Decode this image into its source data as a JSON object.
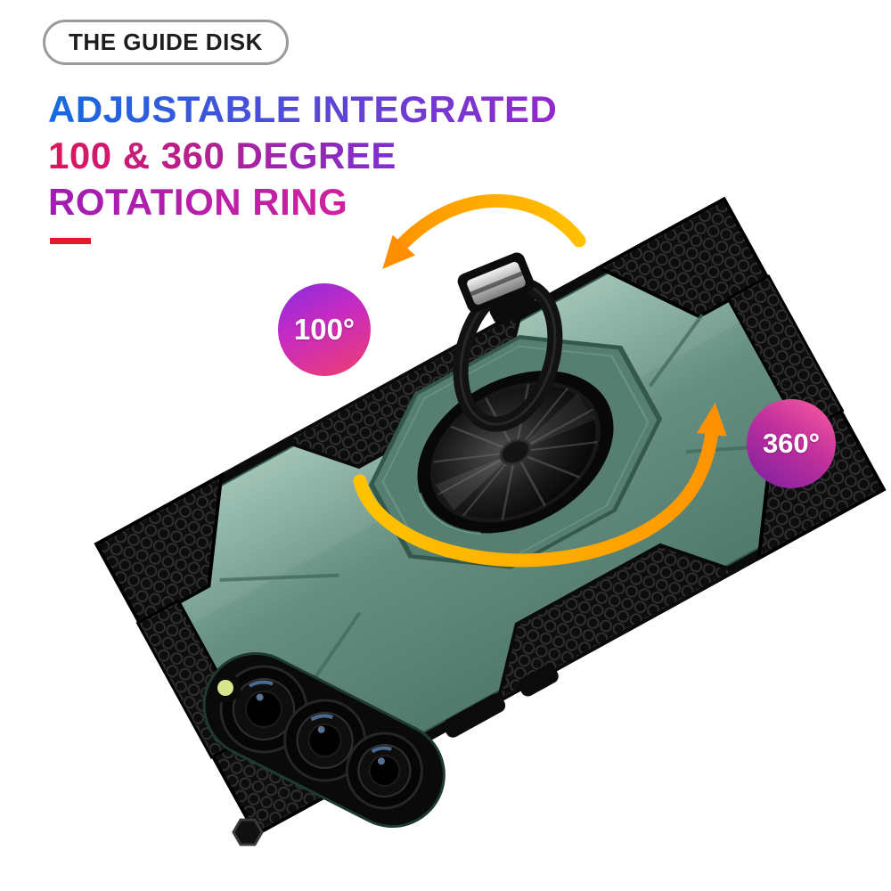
{
  "page": {
    "background": "#ffffff"
  },
  "header": {
    "badge_label": "THE GUIDE DISK",
    "headline_line1": "ADJUSTABLE INTEGRATED",
    "headline_line2": "100 & 360 DEGREE",
    "headline_line3": "ROTATION RING",
    "headline_gradient_colors": [
      "#156be0",
      "#9428cc",
      "#e0155a",
      "#d0219e"
    ],
    "accent_dash_color": "#e8192c"
  },
  "callouts": {
    "ring_tilt": {
      "label": "100°",
      "gradient": [
        "#8a2be2",
        "#ef3f6e"
      ]
    },
    "ring_rotation": {
      "label": "360°",
      "gradient": [
        "#ff5fa0",
        "#7a1fa2"
      ]
    }
  },
  "product": {
    "name": "armor-phone-case-with-ring-kickstand",
    "case_color": "#5d8679",
    "bumper_color": "#0d0d0d",
    "ring_color": "#141414",
    "arrow_gradient": [
      "#ffc400",
      "#ff8f00"
    ]
  }
}
